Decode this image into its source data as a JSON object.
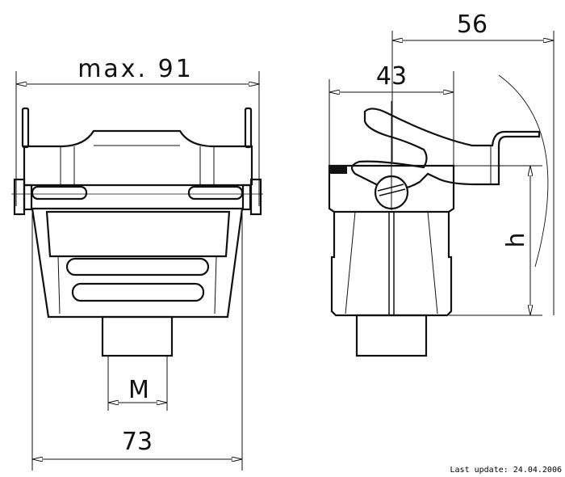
{
  "drawing": {
    "front_view": {
      "dim_max_width": "max. 91",
      "dim_base_width": "73",
      "dim_cable_thread": "M"
    },
    "side_view": {
      "dim_total_depth": "56",
      "dim_body_depth": "43",
      "dim_height": "h"
    }
  },
  "footer": {
    "last_update": "Last update: 24.04.2006"
  },
  "colors": {
    "line": "#111111",
    "background": "#ffffff"
  }
}
